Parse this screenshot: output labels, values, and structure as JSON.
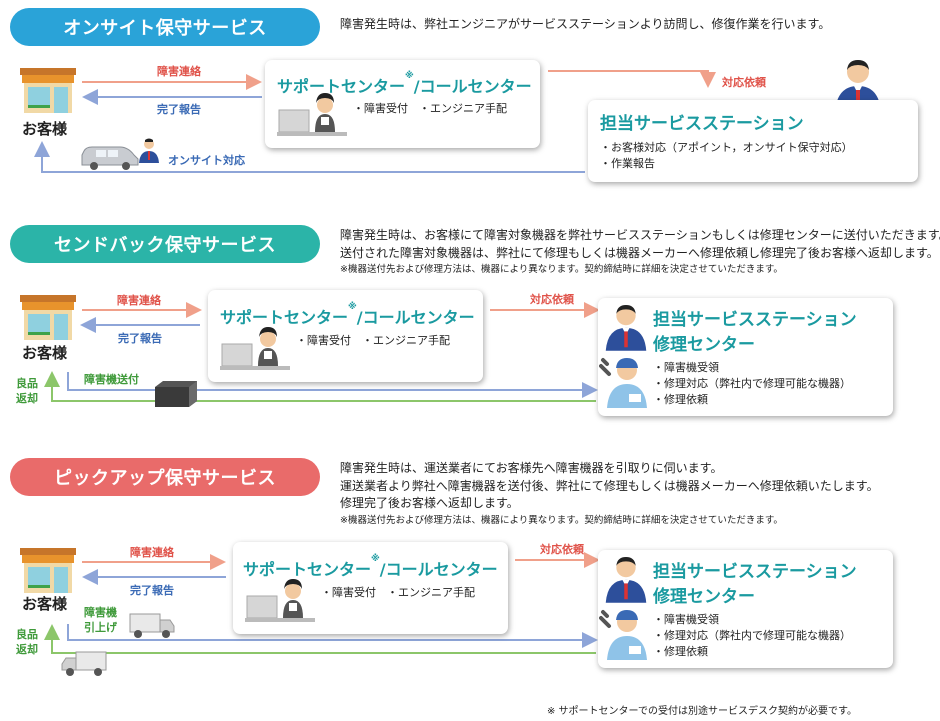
{
  "colors": {
    "teal": "#1a9aa0",
    "pill_blue": "#2aa3d8",
    "pill_teal": "#2bb4a8",
    "pill_red": "#e96b6a",
    "arrow_red": "#f0a08a",
    "arrow_blue": "#8ea5d8",
    "arrow_green": "#8cc66a"
  },
  "section1": {
    "title": "オンサイト保守サービス",
    "desc": [
      "障害発生時は、弊社エンジニアがサービスステーションより訪問し、修復作業を行います。"
    ],
    "customer": "お客様",
    "label_report_fault": "障害連絡",
    "label_done_report": "完了報告",
    "label_request": "対応依頼",
    "label_onsite": "オンサイト対応",
    "support": {
      "title": "サポートセンター",
      "mark": "※",
      "title2": "/コールセンター",
      "items": "・障害受付　・エンジニア手配"
    },
    "station": {
      "title": "担当サービスステーション",
      "items": [
        "・お客様対応（アポイント，オンサイト保守対応）",
        "・作業報告"
      ]
    }
  },
  "section2": {
    "title": "センドバック保守サービス",
    "desc": [
      "障害発生時は、お客様にて障害対象機器を弊社サービスステーションもしくは修理センターに送付いただきます。",
      "送付された障害対象機器は、弊社にて修理もしくは機器メーカーへ修理依頼し修理完了後お客様へ返却します。"
    ],
    "note": "※機器送付先および修理方法は、機器により異なります。契約締結時に詳細を決定させていただきます。",
    "customer": "お客様",
    "label_report_fault": "障害連絡",
    "label_done_report": "完了報告",
    "label_request": "対応依頼",
    "label_send": "障害機送付",
    "label_return": "良品\n返却",
    "support": {
      "title": "サポートセンター",
      "mark": "※",
      "title2": "/コールセンター",
      "items": "・障害受付　・エンジニア手配"
    },
    "station": {
      "title1": "担当サービスステーション",
      "title2": "修理センター",
      "items": [
        "・障害機受領",
        "・修理対応（弊社内で修理可能な機器）",
        "・修理依頼"
      ]
    }
  },
  "section3": {
    "title": "ピックアップ保守サービス",
    "desc": [
      "障害発生時は、運送業者にてお客様先へ障害機器を引取りに伺います。",
      "運送業者より弊社へ障害機器を送付後、弊社にて修理もしくは機器メーカーへ修理依頼いたします。",
      "修理完了後お客様へ返却します。"
    ],
    "note": "※機器送付先および修理方法は、機器により異なります。契約締結時に詳細を決定させていただきます。",
    "customer": "お客様",
    "label_report_fault": "障害連絡",
    "label_done_report": "完了報告",
    "label_request": "対応依頼",
    "label_pickup": "障害機\n引上げ",
    "label_return": "良品\n返却",
    "support": {
      "title": "サポートセンター",
      "mark": "※",
      "title2": "/コールセンター",
      "items": "・障害受付　・エンジニア手配"
    },
    "station": {
      "title1": "担当サービスステーション",
      "title2": "修理センター",
      "items": [
        "・障害機受領",
        "・修理対応（弊社内で修理可能な機器）",
        "・修理依頼"
      ]
    }
  },
  "footnote": "※ サポートセンターでの受付は別途サービスデスク契約が必要です。"
}
